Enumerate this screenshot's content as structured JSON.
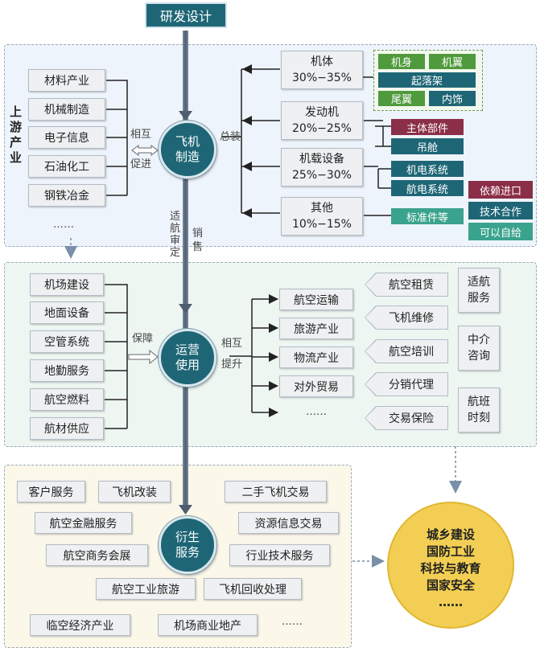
{
  "top_title": "研发设计",
  "upstream_label": "上游产业",
  "hubs": {
    "manufacture": [
      "飞机",
      "制造"
    ],
    "operation": [
      "运营",
      "使用"
    ],
    "derivative": [
      "衍生",
      "服务"
    ]
  },
  "upstream_industries": [
    "材料产业",
    "机械制造",
    "电子信息",
    "石油化工",
    "钢铁冶金",
    "……"
  ],
  "mutual_promote": [
    "相互",
    "促进"
  ],
  "assembly_label": "总装",
  "components": [
    {
      "name": "机体",
      "share": "30%−35%"
    },
    {
      "name": "发动机",
      "share": "20%−25%"
    },
    {
      "name": "机载设备",
      "share": "25%−30%"
    },
    {
      "name": "其他",
      "share": "10%−15%"
    }
  ],
  "airframe_parts": [
    "机身",
    "机翼",
    "起落架",
    "尾翼",
    "内饰"
  ],
  "engine_parts": [
    "主体部件",
    "吊舱"
  ],
  "equipment_parts": [
    "机电系统",
    "航电系统"
  ],
  "other_parts": [
    "标准件等"
  ],
  "sourcing": [
    "依赖进口",
    "技术合作",
    "可以自给"
  ],
  "vertical_labels": {
    "airworthiness": "适航审定",
    "sales": "销售"
  },
  "support_items": [
    "机场建设",
    "地面设备",
    "空管系统",
    "地勤服务",
    "航空燃料",
    "航材供应"
  ],
  "support_label": "保障",
  "mutual_enhance": [
    "相互",
    "提升"
  ],
  "operation_outputs": [
    "航空运输",
    "旅游产业",
    "物流产业",
    "对外贸易",
    "……"
  ],
  "operation_services": [
    "航空租赁",
    "飞机维修",
    "航空培训",
    "分销代理",
    "交易保险"
  ],
  "side_services": [
    [
      "适航",
      "服务"
    ],
    [
      "中介",
      "咨询"
    ],
    [
      "航班",
      "时刻"
    ]
  ],
  "derivative_services": [
    "客户服务",
    "飞机改装",
    "二手飞机交易",
    "航空金融服务",
    "资源信息交易",
    "航空商务会展",
    "行业技术服务",
    "航空工业旅游",
    "飞机回收处理",
    "临空经济产业",
    "机场商业地产",
    "……"
  ],
  "impact_areas": [
    "城乡建设",
    "国防工业",
    "科技与教育",
    "国家安全",
    "……"
  ],
  "colors": {
    "teal": "#1e6676",
    "green": "#4e9a3c",
    "maroon": "#8b2e47",
    "aqua": "#3aa38d",
    "panel_blue": "#eef4fb",
    "panel_green": "#eef6f2",
    "panel_cream": "#fbf8ea"
  }
}
